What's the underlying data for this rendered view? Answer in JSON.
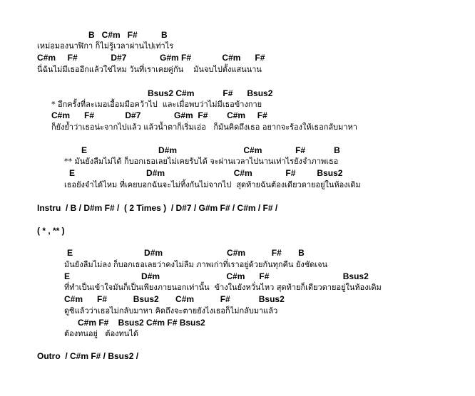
{
  "verse1": {
    "chords_1": "B   C#m   F#          B",
    "lyrics_1": "เหม่อมองนาฬิกา ก็ไม่รู้เวลาผ่านไปเท่าไร",
    "chords_2": "C#m     F#              D#7              G#m F#             C#m      F#",
    "lyrics_2": "นี่ฉันไม่มีเธออีกแล้วใช่ไหม วันที่เราเคยคู่กัน    มันจบไปตั้งแสนนาน"
  },
  "prechorus": {
    "chords_1": "Bsus2 C#m            F#      Bsus2",
    "lyrics_1": "* อีกครั้งที่ละเมอเอื้อมมือคว้าไป  และเมื่อพบว่าไม่มีเธอข้างกาย",
    "chords_2": "C#m      F#             D#7              G#m  F#        C#m     F#",
    "lyrics_2": "ก็ยังย้ำว่าเธอน่ะจากไปแล้ว แล้วน้ำตาก็เริ่มเอ่อ   ก็มันคิดถึงเธอ อยากจะร้องให้เธอกลับมาหา"
  },
  "chorus1": {
    "chords_1": "E                              D#m                            C#m              F#            B",
    "lyrics_1": "** มันยังลืมไม่ได้ ก็บอกเธอเลยไม่เคยรับได้ จะผ่านเวลาไปนานเท่าไรยังจำภาพเธอ",
    "chords_2": "E                              D#m                             C#m              F#         Bsus2",
    "lyrics_2": "เธอยังจำได้ไหม ที่เคยบอกฉันจะไม่ทิ้งกันไม่จากไป  สุดท้ายฉันต้องเดียวดายอยู่ในห้องเดิม"
  },
  "instru": {
    "text": "Instru  / B / D#m F# /  ( 2 Times )  / D#7 / G#m F# / C#m / F# /"
  },
  "repeat": {
    "text": "( * , ** )"
  },
  "chorus2": {
    "chords_1": "E                              D#m                           C#m           F#       B",
    "lyrics_1": "มันยังลืมไม่ลง ก็บอกเธอเลยว่าคงไม่ลืม ภาพเก่าที่เราอยู่ด้วยกันทุกคืน ยังชัดเจน",
    "chords_2": "E                              D#m                            C#m      F#                               Bsus2",
    "lyrics_2": "ที่ทำเป็นเข้าใจมันก็เป็นเพียงภายนอกเท่านั้น  ข้างในยังหวั่นไหว สุดท้ายก็เดียวดายอยู่ในห้องเดิม",
    "chords_3": "C#m      F#           Bsus2       C#m           F#            Bsus2",
    "lyrics_3": "ดูซิแล้วว่าเธอไม่กลับมาหา คิดถึงจะตายยังไงเธอก็ไม่กลับมาแล้ว",
    "chords_4": "C#m F#    Bsus2 C#m F# Bsus2",
    "lyrics_4": "ต้องทนอยู่   ต้องทนได้"
  },
  "outro": {
    "text": "Outro  / C#m F# / Bsus2 /"
  }
}
